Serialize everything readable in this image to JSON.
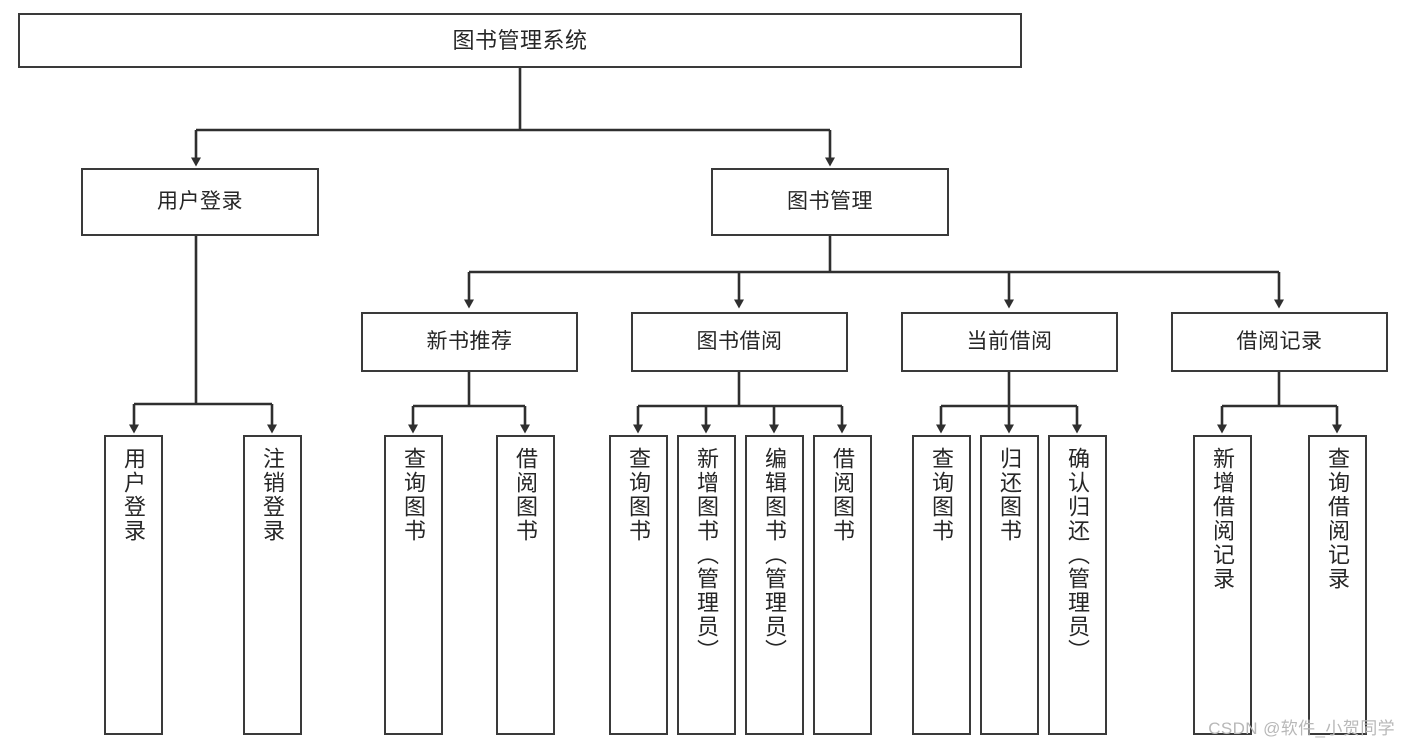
{
  "diagram": {
    "title": "图书管理系统",
    "type": "tree-hierarchy",
    "watermark": "CSDN @软件_小贺同学",
    "colors": {
      "box_border": "#3a3a3a",
      "box_fill": "#ffffff",
      "connector": "#2f2f2f",
      "text": "#262626",
      "watermark": "#b8b8b8"
    },
    "levels": {
      "root": {
        "label": "图书管理系统"
      },
      "level2": [
        {
          "label": "用户登录"
        },
        {
          "label": "图书管理"
        }
      ],
      "level3": [
        {
          "label": "新书推荐"
        },
        {
          "label": "图书借阅"
        },
        {
          "label": "当前借阅"
        },
        {
          "label": "借阅记录"
        }
      ],
      "leaves": [
        {
          "label": "用户登录",
          "parent": "用户登录"
        },
        {
          "label": "注销登录",
          "parent": "用户登录"
        },
        {
          "label": "查询图书",
          "parent": "新书推荐"
        },
        {
          "label": "借阅图书",
          "parent": "新书推荐"
        },
        {
          "label": "查询图书",
          "parent": "图书借阅"
        },
        {
          "label": "新增图书（管理员）",
          "parent": "图书借阅"
        },
        {
          "label": "编辑图书（管理员）",
          "parent": "图书借阅"
        },
        {
          "label": "借阅图书",
          "parent": "图书借阅"
        },
        {
          "label": "查询图书",
          "parent": "当前借阅"
        },
        {
          "label": "归还图书",
          "parent": "当前借阅"
        },
        {
          "label": "确认归还（管理员）",
          "parent": "当前借阅"
        },
        {
          "label": "新增借阅记录",
          "parent": "借阅记录"
        },
        {
          "label": "查询借阅记录",
          "parent": "借阅记录"
        }
      ]
    }
  }
}
